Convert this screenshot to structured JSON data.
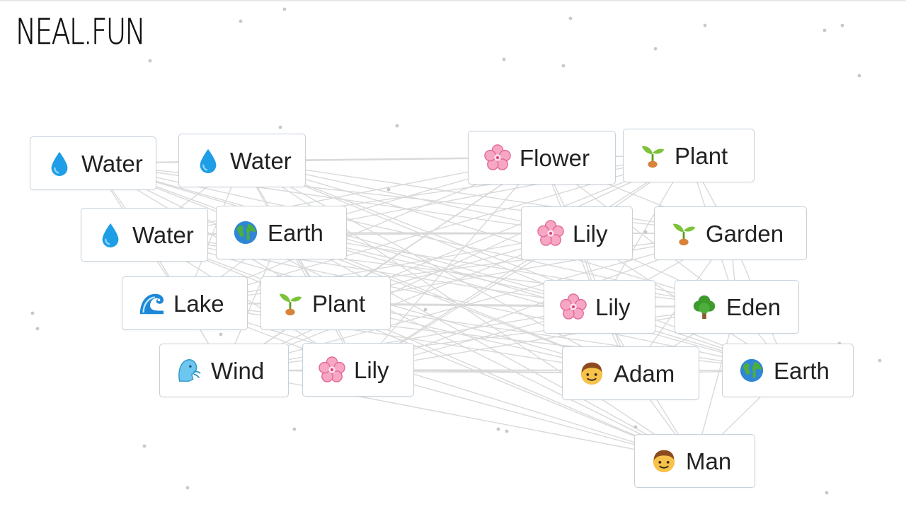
{
  "site": {
    "logo": "NEAL.FUN"
  },
  "items": [
    {
      "label": "Water",
      "icon": "water-drop-icon"
    },
    {
      "label": "Water",
      "icon": "water-drop-icon"
    },
    {
      "label": "Flower",
      "icon": "cherry-blossom-icon"
    },
    {
      "label": "Plant",
      "icon": "seedling-icon"
    },
    {
      "label": "Water",
      "icon": "water-drop-icon"
    },
    {
      "label": "Earth",
      "icon": "globe-icon"
    },
    {
      "label": "Lily",
      "icon": "cherry-blossom-icon"
    },
    {
      "label": "Garden",
      "icon": "seedling-icon"
    },
    {
      "label": "Lake",
      "icon": "wave-icon"
    },
    {
      "label": "Plant",
      "icon": "seedling-icon"
    },
    {
      "label": "Lily",
      "icon": "cherry-blossom-icon"
    },
    {
      "label": "Eden",
      "icon": "tree-icon"
    },
    {
      "label": "Wind",
      "icon": "wind-face-icon"
    },
    {
      "label": "Lily",
      "icon": "cherry-blossom-icon"
    },
    {
      "label": "Adam",
      "icon": "man-face-icon"
    },
    {
      "label": "Earth",
      "icon": "globe-icon"
    },
    {
      "label": "Man",
      "icon": "man-face-icon"
    }
  ]
}
